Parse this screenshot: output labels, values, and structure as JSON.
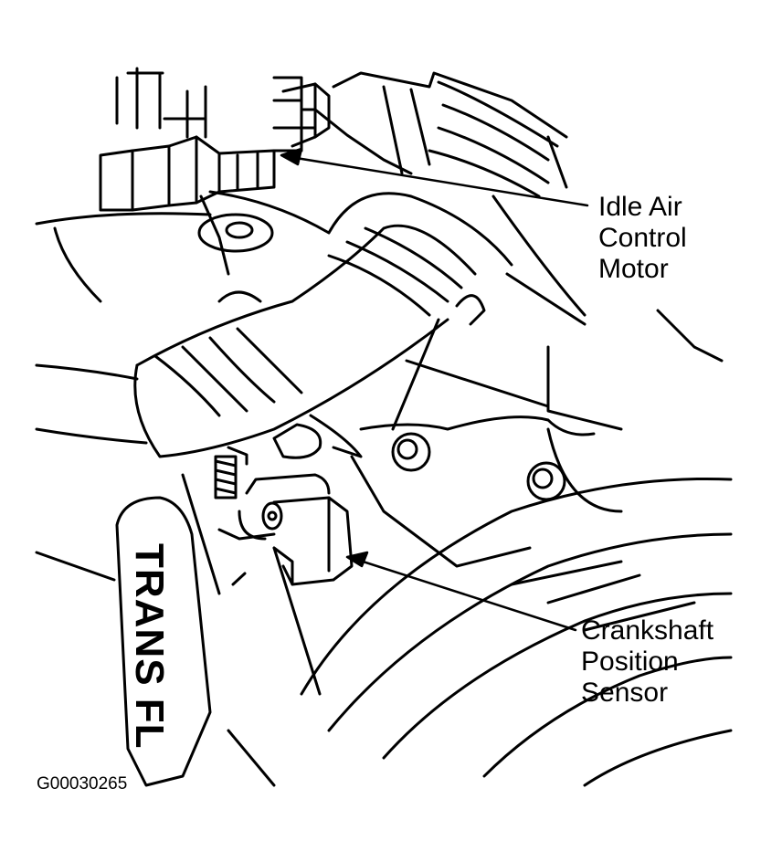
{
  "labels": {
    "idle_air_control_motor": "Idle Air\nControl\nMotor",
    "crankshaft_position_sensor": "Crankshaft\nPosition\nSensor",
    "trans_fluid": "TRANS FL"
  },
  "figure_id": "G00030265",
  "colors": {
    "ink": "#000000",
    "paper": "#ffffff"
  }
}
